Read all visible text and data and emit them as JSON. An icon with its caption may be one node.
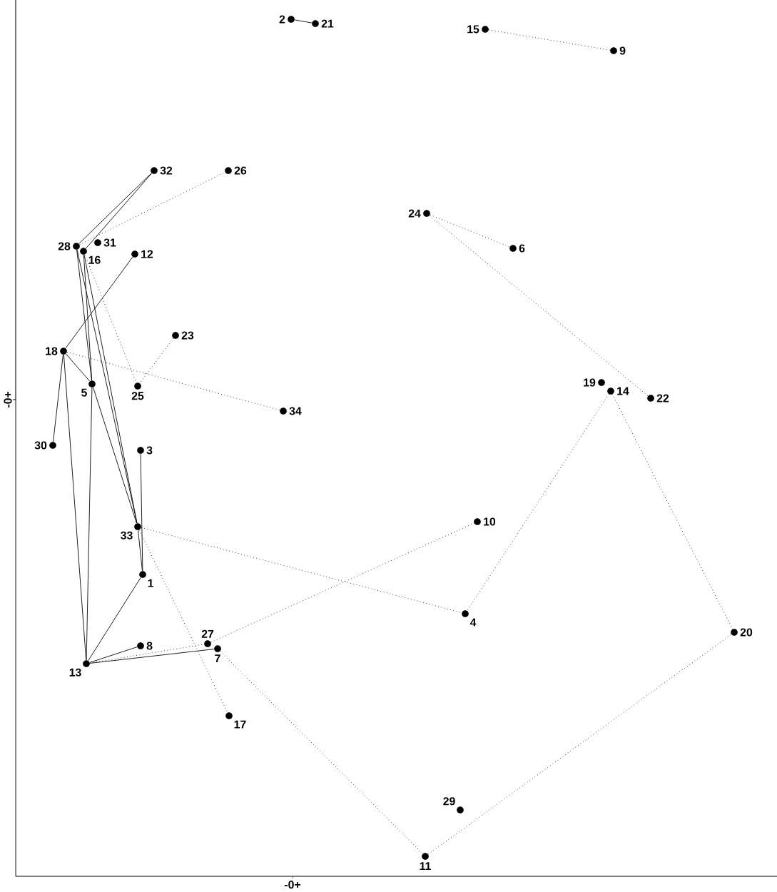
{
  "diagram": {
    "nodes": [
      {
        "text": [
          "1"
        ]
      },
      {
        "text": [
          "2"
        ]
      },
      {
        "text": [
          "3"
        ]
      },
      {
        "text": [
          "4"
        ]
      },
      {
        "text": [
          "5"
        ]
      },
      {
        "text": [
          "6"
        ]
      },
      {
        "text": [
          "7"
        ]
      },
      {
        "text": [
          "8"
        ]
      },
      {
        "text": [
          "9"
        ]
      },
      {
        "text": [
          "10"
        ]
      },
      {
        "text": [
          "11"
        ]
      },
      {
        "text": [
          "12"
        ]
      },
      {
        "text": [
          "13"
        ]
      },
      {
        "text": [
          "14"
        ]
      },
      {
        "text": [
          "15"
        ]
      },
      {
        "text": [
          "16"
        ]
      },
      {
        "text": [
          "17"
        ]
      },
      {
        "text": [
          "18"
        ]
      },
      {
        "text": [
          "19"
        ]
      },
      {
        "text": [
          "20"
        ]
      },
      {
        "text": [
          "21"
        ]
      },
      {
        "text": [
          "22"
        ]
      },
      {
        "text": [
          "23"
        ]
      },
      {
        "text": [
          "24"
        ]
      },
      {
        "text": [
          "25"
        ]
      },
      {
        "text": [
          "26"
        ]
      },
      {
        "text": [
          "27"
        ]
      },
      {
        "text": [
          "28"
        ]
      },
      {
        "text": [
          "29"
        ]
      },
      {
        "text": [
          "30"
        ]
      },
      {
        "text": [
          "31"
        ]
      },
      {
        "text": [
          "32"
        ]
      },
      {
        "text": [
          "33"
        ]
      },
      {
        "text": [
          "34"
        ]
      }
    ],
    "edges": [
      {
        "from": 1,
        "to": 20,
        "arrow": "none"
      },
      {
        "from": 27,
        "to": 31,
        "arrow": "none"
      },
      {
        "from": 15,
        "to": 31,
        "arrow": "none"
      },
      {
        "from": 27,
        "to": 4,
        "arrow": "none"
      },
      {
        "from": 15,
        "to": 4,
        "arrow": "none"
      },
      {
        "from": 27,
        "to": 32,
        "arrow": "none"
      },
      {
        "from": 15,
        "to": 32,
        "arrow": "none"
      },
      {
        "from": 17,
        "to": 11,
        "arrow": "none"
      },
      {
        "from": 17,
        "to": 4,
        "arrow": "none"
      },
      {
        "from": 17,
        "to": 29,
        "arrow": "none"
      },
      {
        "from": 17,
        "to": 12,
        "arrow": "none"
      },
      {
        "from": 4,
        "to": 12,
        "arrow": "none"
      },
      {
        "from": 4,
        "to": 32,
        "arrow": "none"
      },
      {
        "from": 2,
        "to": 0,
        "arrow": "none"
      },
      {
        "from": 32,
        "to": 0,
        "arrow": "none"
      },
      {
        "from": 12,
        "to": 0,
        "arrow": "none"
      },
      {
        "from": 12,
        "to": 7,
        "arrow": "none"
      },
      {
        "from": 12,
        "to": 6,
        "arrow": "none"
      },
      {
        "from": 27,
        "to": 25,
        "arrow": "none",
        "style": "dashed"
      },
      {
        "from": 15,
        "to": 24,
        "arrow": "none",
        "style": "dashed"
      },
      {
        "from": 17,
        "to": 33,
        "arrow": "none",
        "style": "dashed"
      },
      {
        "from": 22,
        "to": 24,
        "arrow": "none",
        "style": "dashed"
      },
      {
        "from": 14,
        "to": 8,
        "arrow": "none",
        "style": "dashed"
      },
      {
        "from": 23,
        "to": 5,
        "arrow": "none",
        "style": "dashed"
      },
      {
        "from": 23,
        "to": 21,
        "arrow": "none",
        "style": "dashed"
      },
      {
        "from": 13,
        "to": 3,
        "arrow": "none",
        "style": "dashed"
      },
      {
        "from": 13,
        "to": 19,
        "arrow": "none",
        "style": "dashed"
      },
      {
        "from": 32,
        "to": 3,
        "arrow": "none",
        "style": "dashed"
      },
      {
        "from": 32,
        "to": 16,
        "arrow": "none",
        "style": "dashed"
      },
      {
        "from": 12,
        "to": 26,
        "arrow": "none",
        "style": "dashed"
      },
      {
        "from": 26,
        "to": 9,
        "arrow": "none",
        "style": "dashed"
      },
      {
        "from": 6,
        "to": 10,
        "arrow": "none",
        "style": "dashed"
      },
      {
        "from": 10,
        "to": 19,
        "arrow": "none",
        "style": "dashed"
      }
    ],
    "labels": [
      "-0+",
      "-0+"
    ]
  }
}
